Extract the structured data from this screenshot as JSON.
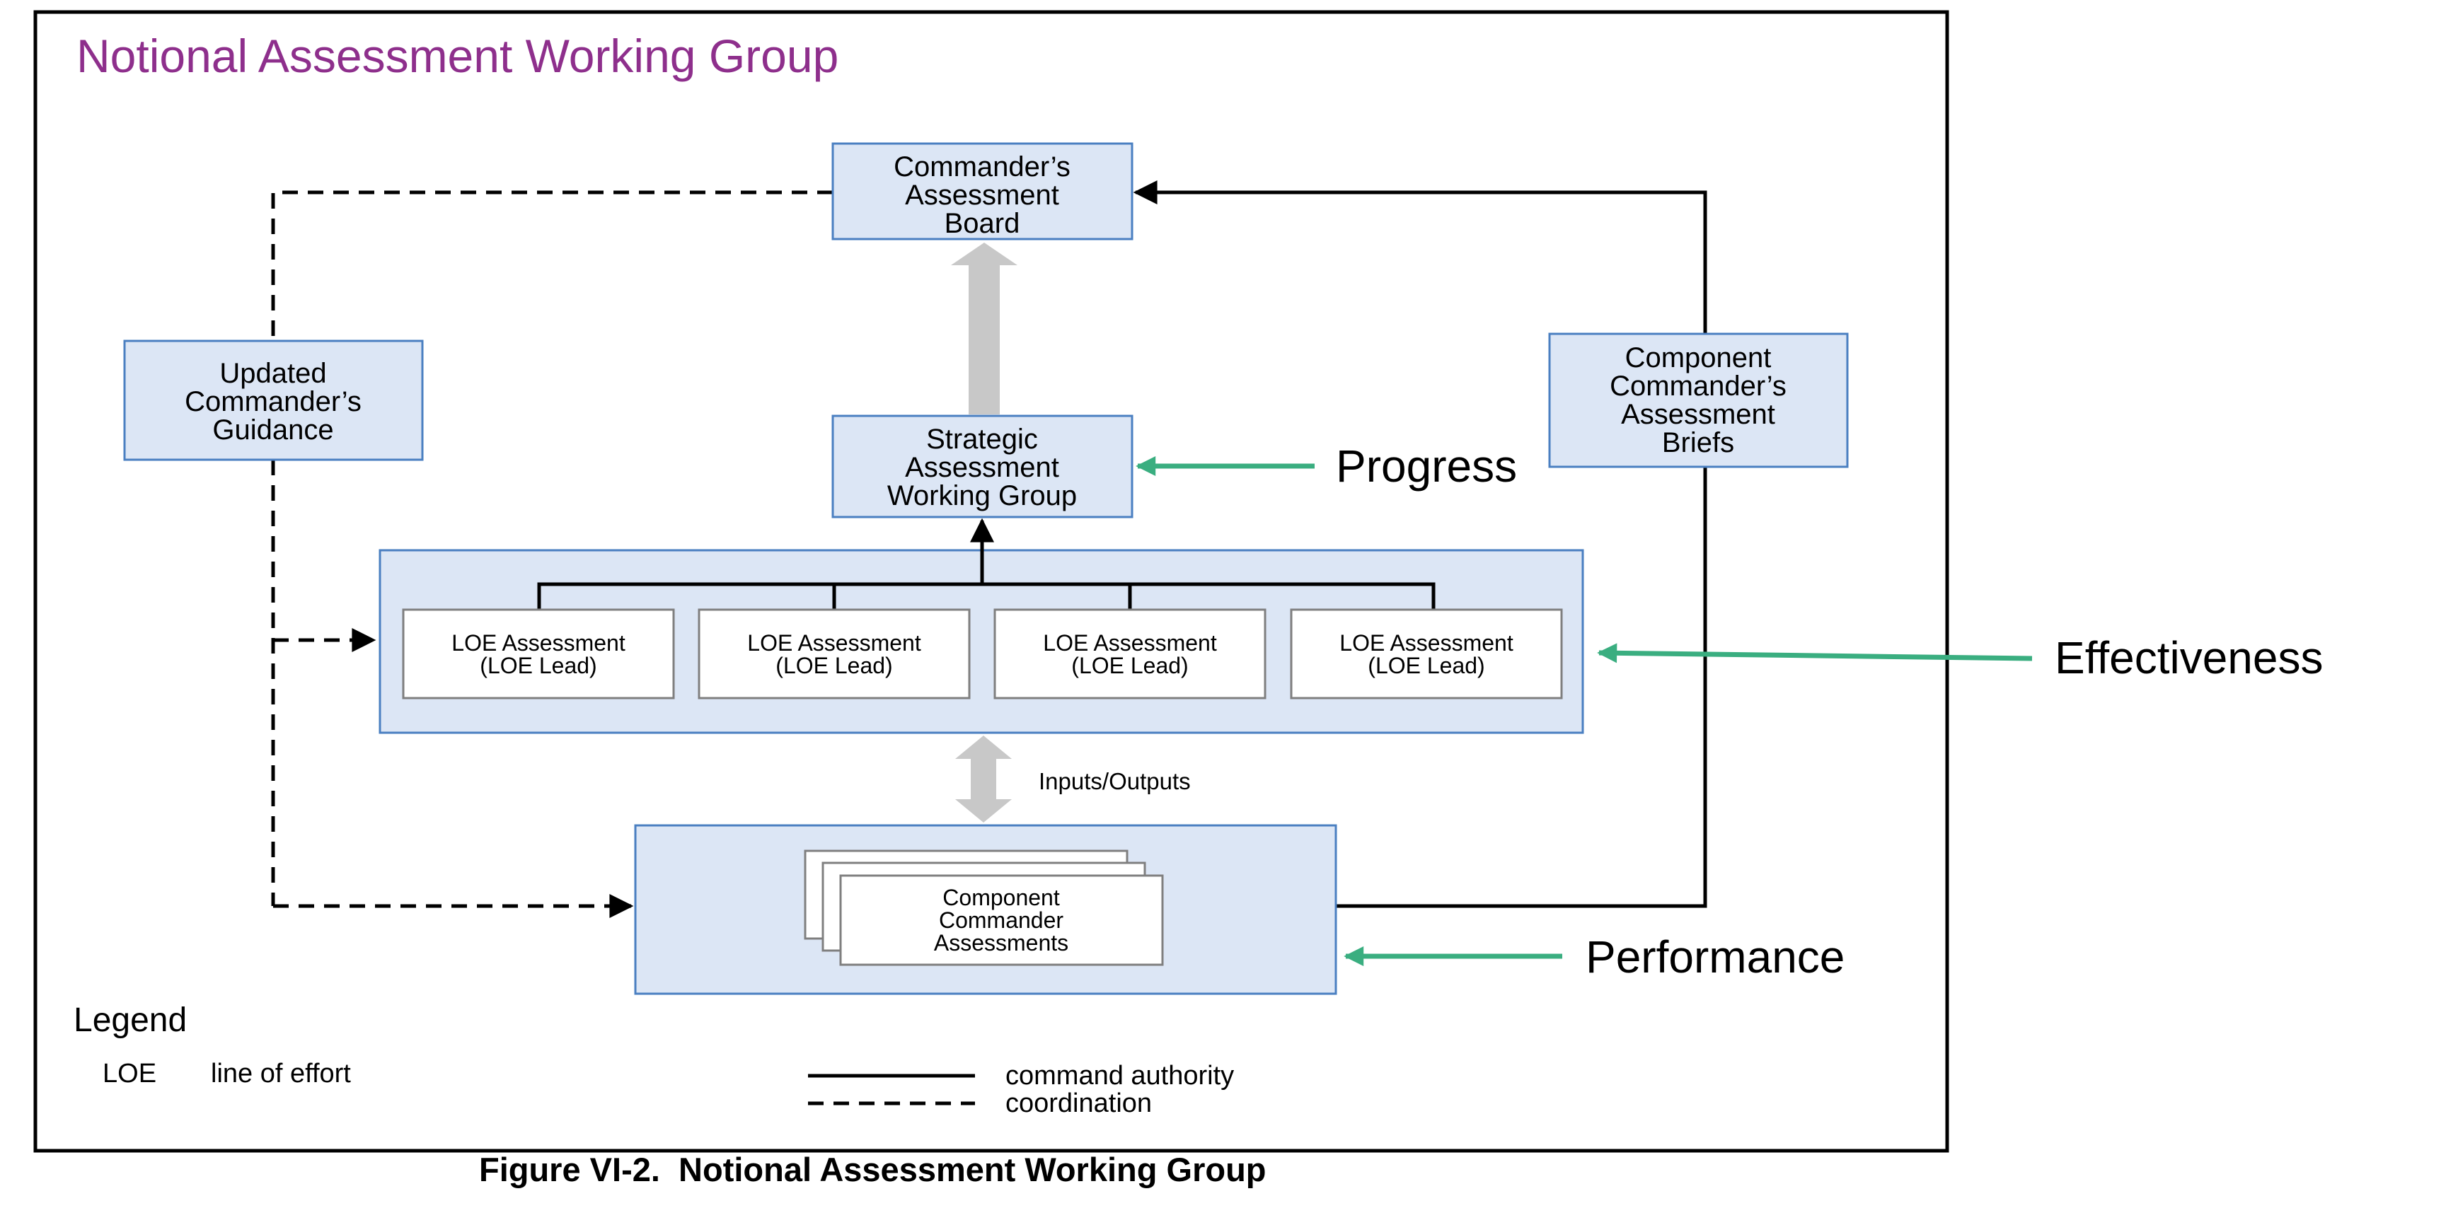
{
  "title": "Notional Assessment Working Group",
  "boxes": {
    "commanders_board": [
      "Commander’s",
      "Assessment",
      "Board"
    ],
    "updated_guidance": [
      "Updated",
      "Commander’s",
      "Guidance"
    ],
    "strategic_group": [
      "Strategic",
      "Assessment",
      "Working Group"
    ],
    "component_briefs": [
      "Component",
      "Commander’s",
      "Assessment",
      "Briefs"
    ],
    "component_assessments": [
      "Component",
      "Commander",
      "Assessments"
    ]
  },
  "loe_boxes": [
    [
      "LOE Assessment",
      "(LOE Lead)"
    ],
    [
      "LOE Assessment",
      "(LOE Lead)"
    ],
    [
      "LOE Assessment",
      "(LOE Lead)"
    ],
    [
      "LOE Assessment",
      "(LOE Lead)"
    ]
  ],
  "inputs_outputs": "Inputs/Outputs",
  "labels": {
    "progress": "Progress",
    "effectiveness": "Effectiveness",
    "performance": "Performance"
  },
  "legend": {
    "heading": "Legend",
    "abbr": "LOE",
    "abbr_meaning": "line of effort",
    "solid": "command authority",
    "dashed": "coordination"
  },
  "caption": "Figure VI-2.  Notional Assessment Working Group",
  "colors": {
    "box_fill": "#dce6f5",
    "box_stroke": "#4a7fc1",
    "title": "#8e2f8c",
    "green_arrow": "#3aae80",
    "gray_arrow": "#c8c8c8"
  }
}
